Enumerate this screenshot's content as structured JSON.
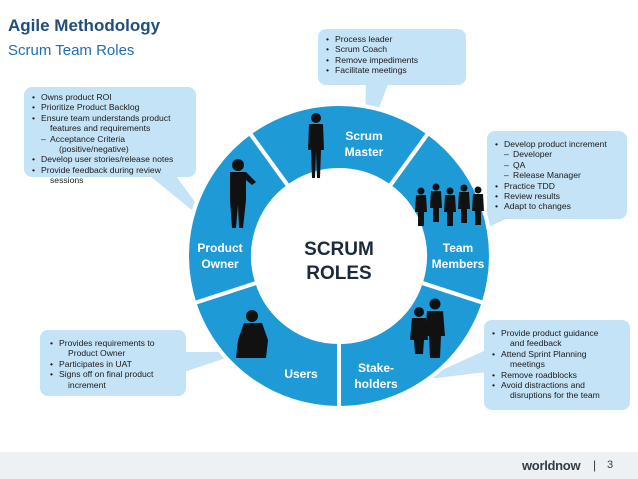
{
  "header": {
    "title": "Agile Methodology",
    "subtitle": "Scrum Team Roles"
  },
  "center": {
    "line1": "SCRUM",
    "line2": "ROLES"
  },
  "segments": {
    "scrum_master": [
      "Scrum",
      "Master"
    ],
    "team_members": [
      "Team",
      "Members"
    ],
    "stakeholders": [
      "Stake-",
      "holders"
    ],
    "users": [
      "Users"
    ],
    "product_owner": [
      "Product",
      "Owner"
    ]
  },
  "callouts": {
    "scrum_master": [
      "Process leader",
      "Scrum Coach",
      "Remove impediments",
      "Facilitate meetings"
    ],
    "product_owner": {
      "b1": "Owns product ROI",
      "b2": "Prioritize Product Backlog",
      "b3": "Ensure team understands product",
      "b3c": "features and requirements",
      "s1": "Acceptance Criteria",
      "s1c": "(positive/negative)",
      "b4": "Develop user stories/release notes",
      "b5": "Provide feedback during review",
      "b5c": "sessions"
    },
    "team_members": {
      "b1": "Develop product increment",
      "s1": "Developer",
      "s2": "QA",
      "s3": "Release Manager",
      "b2": "Practice TDD",
      "b3": "Review results",
      "b4": "Adapt to changes"
    },
    "users": {
      "b1": "Provides requirements to",
      "b1c": "Product Owner",
      "b2": "Participates in UAT",
      "b3": "Signs off on final product",
      "b3c": "increment"
    },
    "stakeholders": {
      "b1": "Provide product guidance",
      "b1c": "and feedback",
      "b2": "Attend Sprint Planning",
      "b2c": "meetings",
      "b3": "Remove roadblocks",
      "b4": "Avoid distractions and",
      "b4c": "disruptions for the team"
    }
  },
  "footer": {
    "logo": "worldnow",
    "separator": "|",
    "page": "3"
  },
  "colors": {
    "ring": "#1e9ad6",
    "callout": "#c5e3f6",
    "title": "#1f4e79",
    "subtitle": "#1f6fb2"
  }
}
